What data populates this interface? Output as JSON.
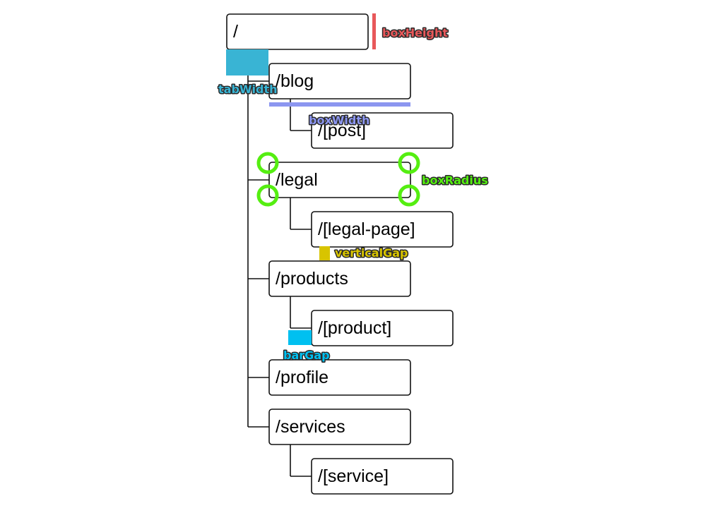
{
  "tree": {
    "nodes": [
      {
        "id": "root",
        "label": "/",
        "depth": 0
      },
      {
        "id": "blog",
        "label": "/blog",
        "depth": 1
      },
      {
        "id": "post",
        "label": "/[post]",
        "depth": 2
      },
      {
        "id": "legal",
        "label": "/legal",
        "depth": 1
      },
      {
        "id": "legal-page",
        "label": "/[legal-page]",
        "depth": 2
      },
      {
        "id": "products",
        "label": "/products",
        "depth": 1
      },
      {
        "id": "product",
        "label": "/[product]",
        "depth": 2
      },
      {
        "id": "profile",
        "label": "/profile",
        "depth": 1
      },
      {
        "id": "services",
        "label": "/services",
        "depth": 1
      },
      {
        "id": "service",
        "label": "/[service]",
        "depth": 2
      }
    ]
  },
  "annotations": {
    "box_height": {
      "label": "boxHeight",
      "color": "#e8585a"
    },
    "tab_width": {
      "label": "tabWidth",
      "color": "#39b4d4"
    },
    "box_width": {
      "label": "boxWidth",
      "color": "#8c96f0"
    },
    "box_radius": {
      "label": "boxRadius",
      "color": "#55ee11"
    },
    "vertical_gap": {
      "label": "verticalGap",
      "color": "#d8c400"
    },
    "bar_gap": {
      "label": "barGap",
      "color": "#00c0f0"
    }
  }
}
